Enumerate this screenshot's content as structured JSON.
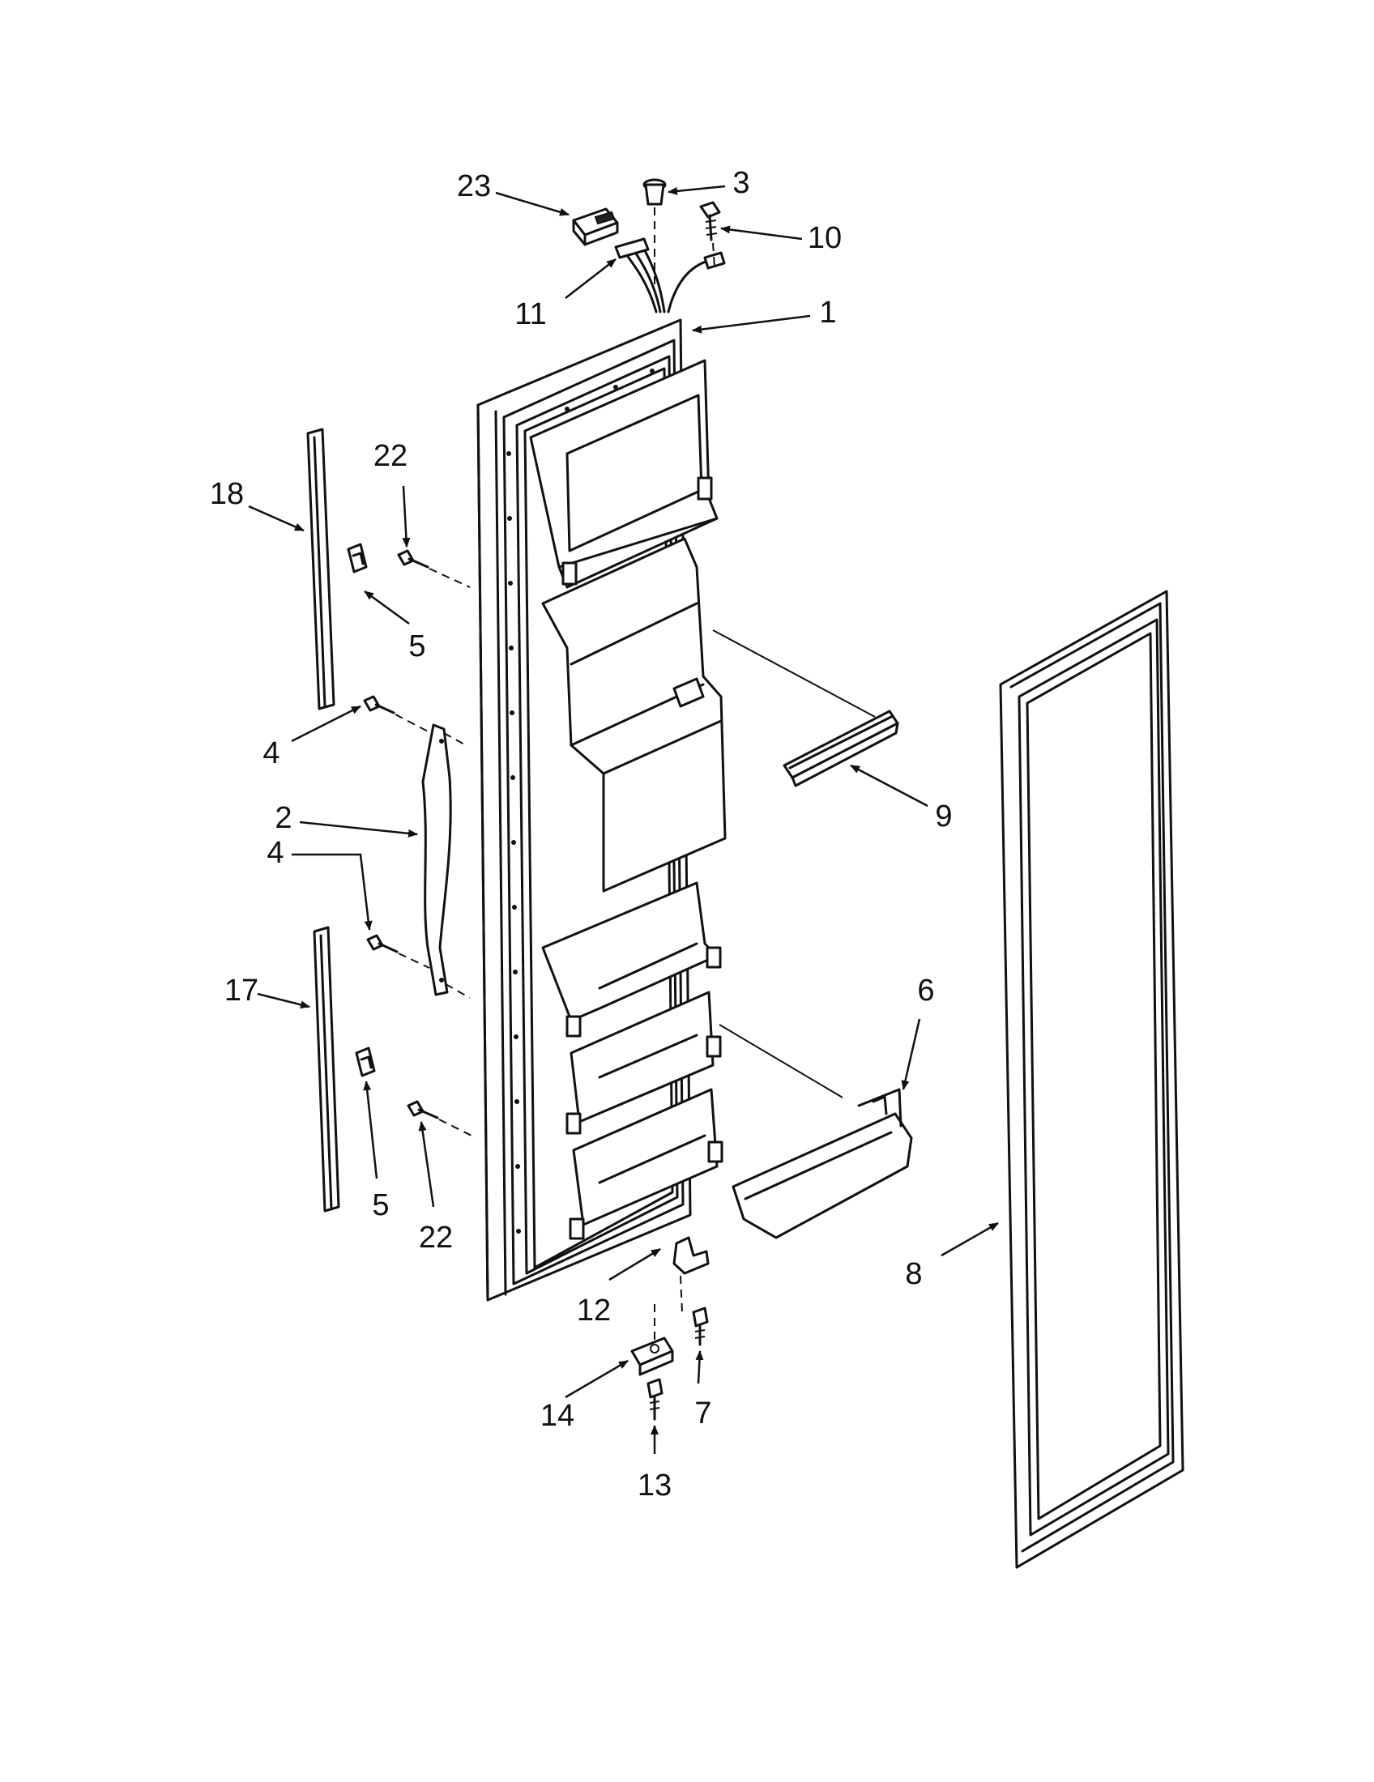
{
  "callouts": [
    {
      "id": "1",
      "label": "1"
    },
    {
      "id": "2",
      "label": "2"
    },
    {
      "id": "3",
      "label": "3"
    },
    {
      "id": "4a",
      "label": "4"
    },
    {
      "id": "4b",
      "label": "4"
    },
    {
      "id": "5a",
      "label": "5"
    },
    {
      "id": "5b",
      "label": "5"
    },
    {
      "id": "6",
      "label": "6"
    },
    {
      "id": "7",
      "label": "7"
    },
    {
      "id": "8",
      "label": "8"
    },
    {
      "id": "9",
      "label": "9"
    },
    {
      "id": "10",
      "label": "10"
    },
    {
      "id": "11",
      "label": "11"
    },
    {
      "id": "12",
      "label": "12"
    },
    {
      "id": "13",
      "label": "13"
    },
    {
      "id": "14",
      "label": "14"
    },
    {
      "id": "17",
      "label": "17"
    },
    {
      "id": "18",
      "label": "18"
    },
    {
      "id": "22a",
      "label": "22"
    },
    {
      "id": "22b",
      "label": "22"
    },
    {
      "id": "23",
      "label": "23"
    }
  ]
}
